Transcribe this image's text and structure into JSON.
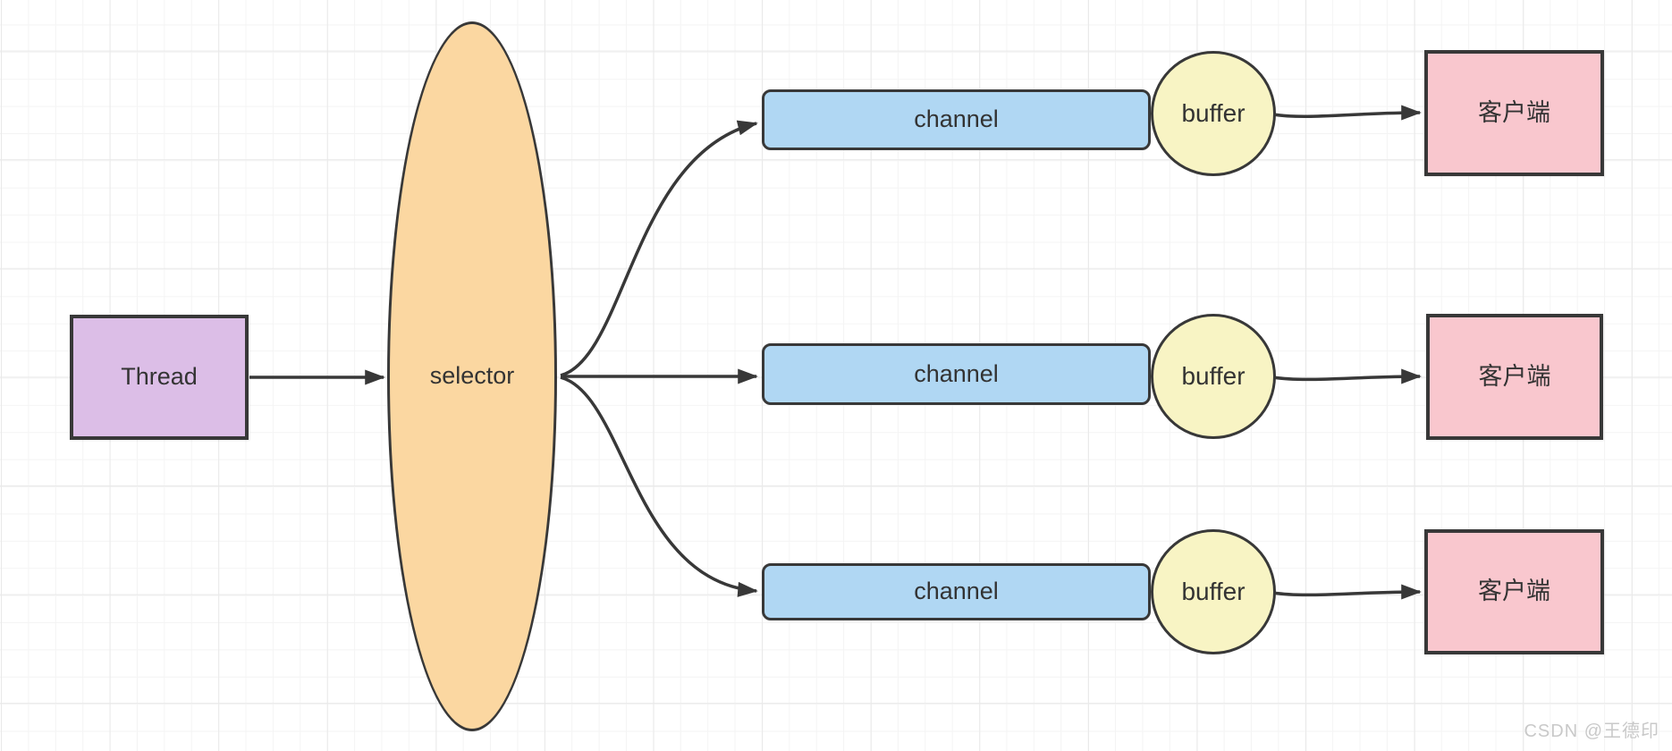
{
  "diagram": {
    "thread": {
      "label": "Thread"
    },
    "selector": {
      "label": "selector"
    },
    "rows": [
      {
        "channel_label": "channel",
        "buffer_label": "buffer",
        "client_label": "客户端"
      },
      {
        "channel_label": "channel",
        "buffer_label": "buffer",
        "client_label": "客户端"
      },
      {
        "channel_label": "channel",
        "buffer_label": "buffer",
        "client_label": "客户端"
      }
    ],
    "watermark": "CSDN @王德印"
  },
  "colors": {
    "thread_fill": "#dcbee7",
    "selector_fill": "#fbd7a1",
    "channel_fill": "#b0d7f3",
    "buffer_fill": "#f8f4c4",
    "client_fill": "#f9c7ce",
    "stroke": "#383838",
    "label_text": "#333333",
    "watermark_text": "#c9c9c9",
    "grid_minor": "#f4f4f4",
    "grid_major": "#e9e9e9",
    "background": "#ffffff"
  }
}
